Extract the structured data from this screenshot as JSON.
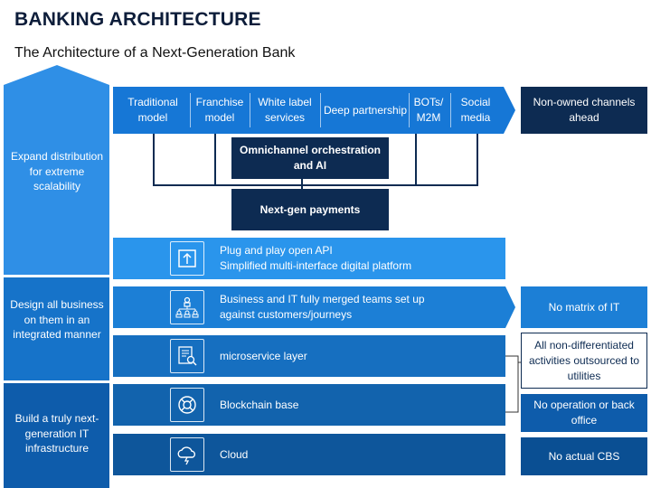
{
  "title": "BANKING ARCHITECTURE",
  "subtitle": "The Architecture of a Next-Generation Bank",
  "left_arrows": [
    "Expand distribution for extreme scalability",
    "Design all business on them in an integrated manner",
    "Build a truly next-generation IT infrastructure"
  ],
  "channels": [
    "Traditional model",
    "Franchise model",
    "White label services",
    "Deep partnership",
    "BOTs/ M2M",
    "Social media"
  ],
  "non_owned": "Non-owned channels ahead",
  "omnichannel": "Omnichannel orchestration and AI",
  "payments": "Next-gen payments",
  "layers": [
    {
      "icon": "upload-icon",
      "line1": "Plug and play open API",
      "line2": "Simplified multi-interface digital platform"
    },
    {
      "icon": "org-chart-icon",
      "line1": "Business and IT fully merged teams set up",
      "line2": "against customers/journeys"
    },
    {
      "icon": "document-search-icon",
      "line1": "microservice layer",
      "line2": ""
    },
    {
      "icon": "lifebuoy-icon",
      "line1": "Blockchain base",
      "line2": ""
    },
    {
      "icon": "cloud-icon",
      "line1": "Cloud",
      "line2": ""
    }
  ],
  "right_boxes": [
    "No matrix of IT",
    "All non-differentiated activities outsourced to utilities",
    "No operation or back office",
    "No actual CBS"
  ],
  "colors": {
    "dark_navy": "#0d2b52",
    "arrow_top": "#2f8fe6",
    "arrow_mid": "#1673c9",
    "arrow_bottom": "#0e5cab",
    "layer1": "#2a95ec",
    "layer2": "#1c7fd6",
    "layer3": "#166fc0",
    "layer4": "#1263ad",
    "layer5": "#0e569b"
  }
}
